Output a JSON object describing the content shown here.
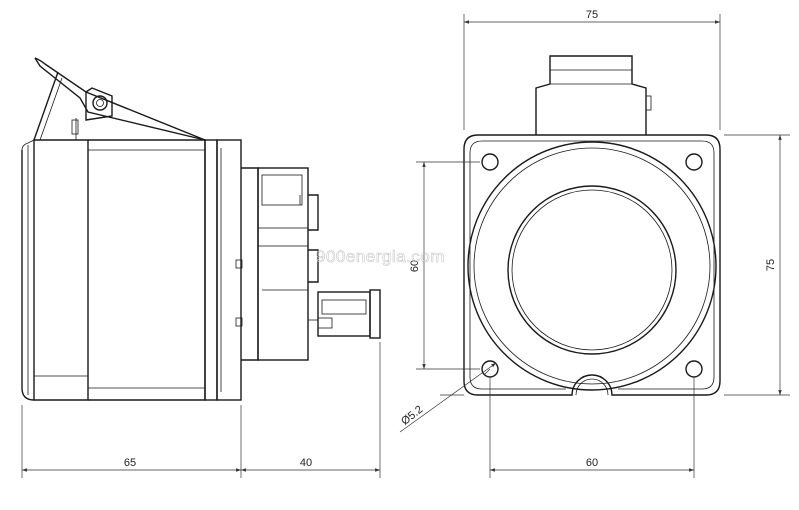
{
  "dimensions": {
    "top_width": "75",
    "right_height": "75",
    "hole_spacing_vertical": "60",
    "hole_spacing_horizontal": "60",
    "hole_diameter": "Ø5.2",
    "side_depth_front": "65",
    "side_depth_rear": "40"
  },
  "watermark": "900energia.com"
}
